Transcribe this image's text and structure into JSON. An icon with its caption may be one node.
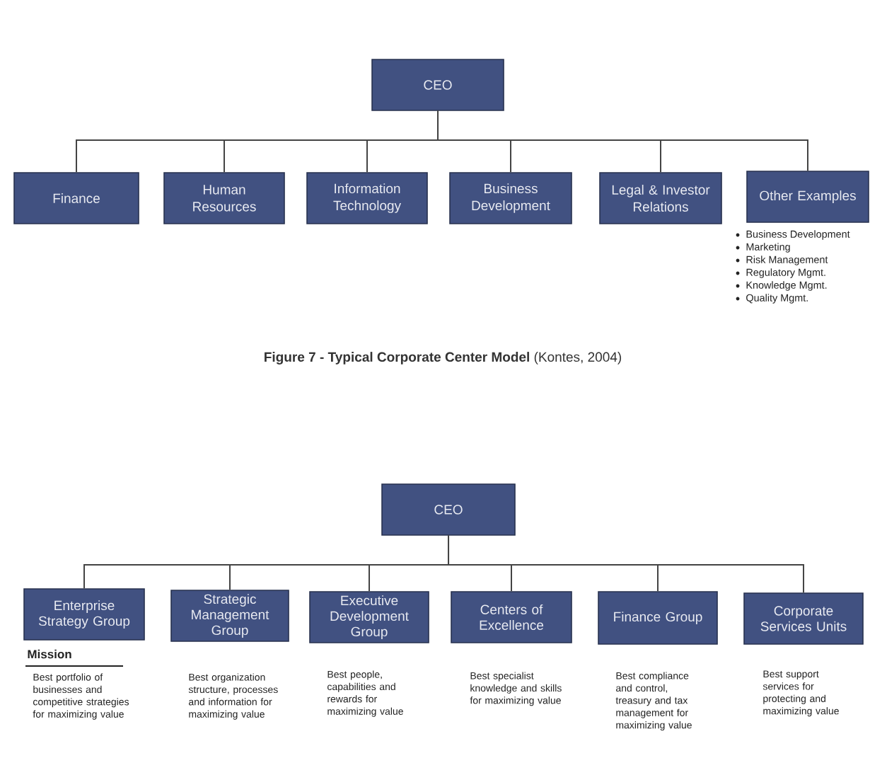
{
  "diagram": {
    "caption": "**Figure 7 - Typical Corporate Center Model** (Kontes, 2004)",
    "nodes": [
      {
        "text": [
          "CEO"
        ]
      },
      {
        "text": [
          "Finance"
        ]
      },
      {
        "text": [
          "Human Resources"
        ]
      },
      {
        "text": [
          "Information Technology"
        ]
      },
      {
        "text": [
          "Business Development"
        ]
      },
      {
        "text": [
          "Legal & Investor Relations"
        ]
      },
      {
        "text": [
          "Other Examples"
        ],
        "beside": [
          "Business Development",
          "Marketing",
          "Risk Management",
          "Regulatory Mgmt.",
          "Knowledge Mgmt.",
          "Quality Mgmt."
        ]
      },
      {
        "text": [
          "CEO"
        ]
      },
      {
        "text": [
          "Enterprise Strategy Group"
        ],
        "beside": [
          "Best portfolio of businesses and competitive strategies for maximizing value"
        ]
      },
      {
        "text": [
          "Strategic Management Group"
        ],
        "beside": [
          "Best organization structure, processes and information for maximizing value"
        ]
      },
      {
        "text": [
          "Executive Development Group"
        ],
        "beside": [
          "Best people, capabilities and rewards for maximizing value"
        ]
      },
      {
        "text": [
          "Centers of Excellence"
        ],
        "beside": [
          "Best specialist knowledge and skills for maximizing value"
        ]
      },
      {
        "text": [
          "Finance Group"
        ],
        "beside": [
          "Best compliance and control, treasury and tax management for maximizing value"
        ]
      },
      {
        "text": [
          "Corporate Services Units"
        ],
        "beside": [
          "Best support services for protecting and maximizing value"
        ]
      }
    ],
    "edges": [
      {
        "from": 0,
        "to": 1,
        "arrow": "none"
      },
      {
        "from": 0,
        "to": 2,
        "arrow": "none"
      },
      {
        "from": 0,
        "to": 3,
        "arrow": "none"
      },
      {
        "from": 0,
        "to": 4,
        "arrow": "none"
      },
      {
        "from": 0,
        "to": 5,
        "arrow": "none"
      },
      {
        "from": 0,
        "to": 6,
        "arrow": "none"
      },
      {
        "from": 7,
        "to": 8,
        "arrow": "none"
      },
      {
        "from": 7,
        "to": 9,
        "arrow": "none"
      },
      {
        "from": 7,
        "to": 10,
        "arrow": "none"
      },
      {
        "from": 7,
        "to": 11,
        "arrow": "none"
      },
      {
        "from": 7,
        "to": 12,
        "arrow": "none"
      },
      {
        "from": 7,
        "to": 13,
        "arrow": "none"
      }
    ],
    "labels": [
      "Mission"
    ]
  }
}
